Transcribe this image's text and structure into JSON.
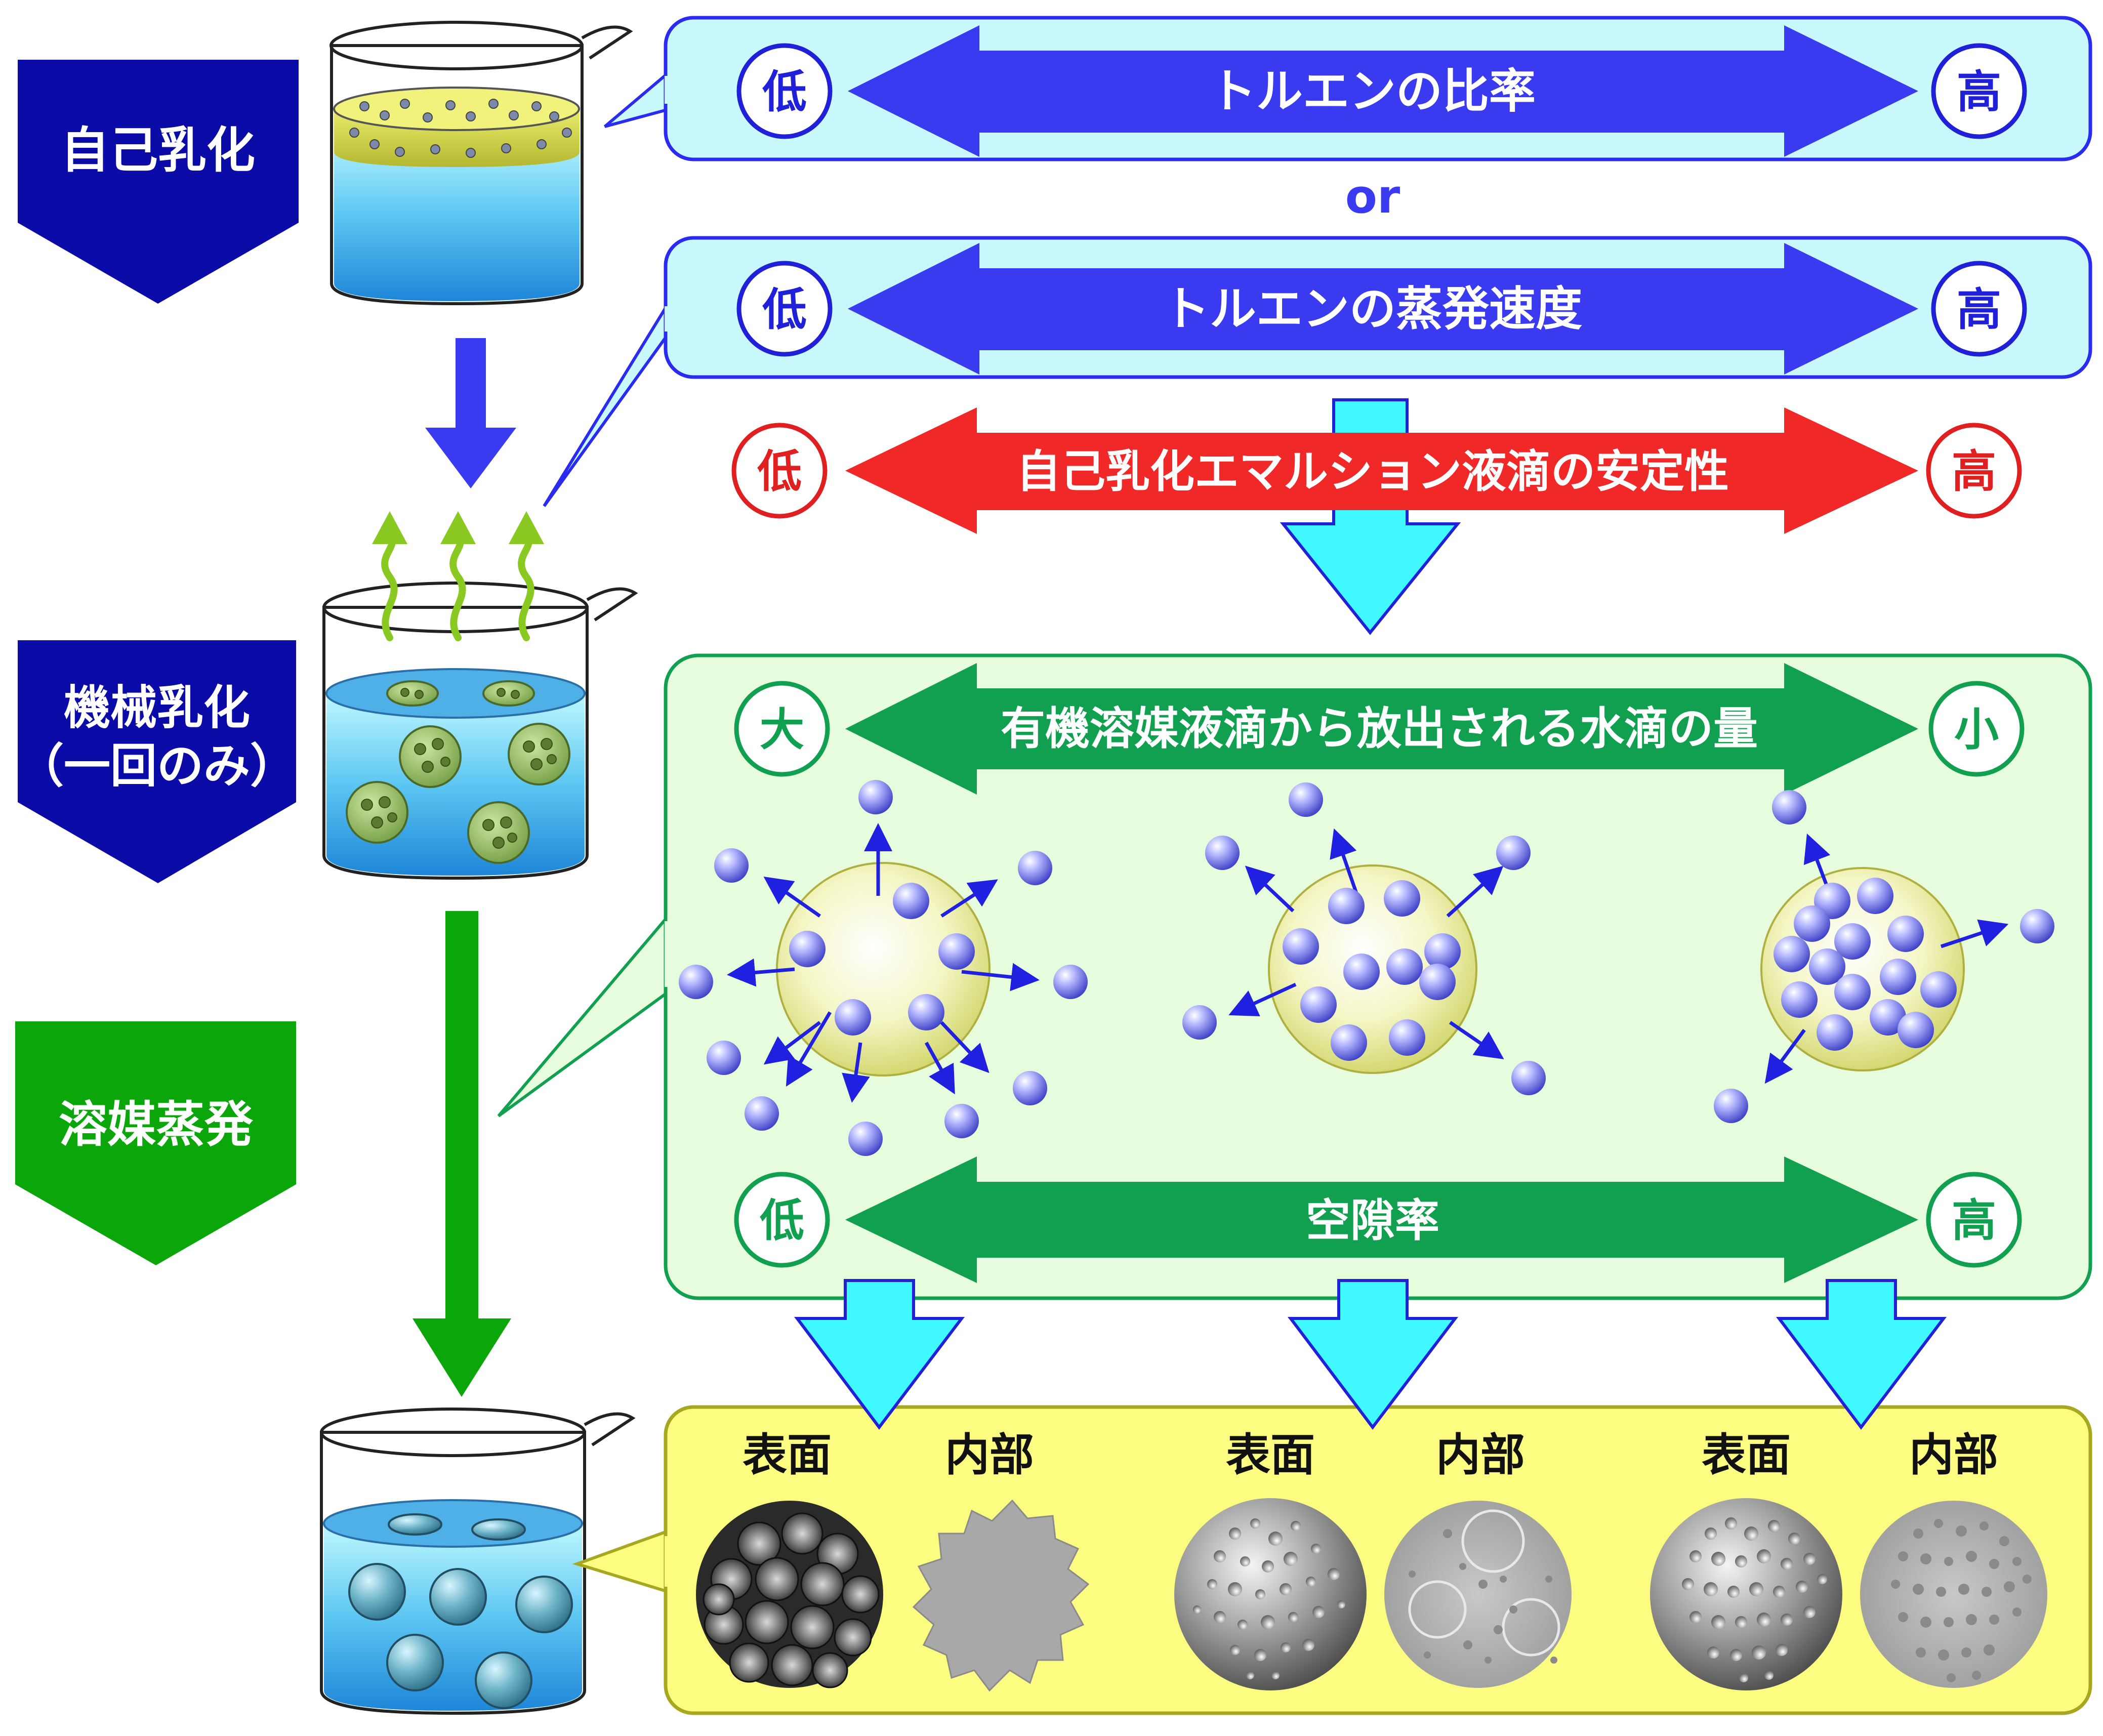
{
  "steps": {
    "self_emulsification": "自己乳化",
    "mechanical_line1": "機械乳化",
    "mechanical_line2": "（一回のみ）",
    "solvent_evaporation": "溶媒蒸発"
  },
  "rows": {
    "toluene_ratio": {
      "label": "トルエンの比率",
      "low": "低",
      "high": "高"
    },
    "or_text": "or",
    "evaporation_rate": {
      "label": "トルエンの蒸発速度",
      "low": "低",
      "high": "高"
    },
    "stability": {
      "label": "自己乳化エマルション液滴の安定性",
      "low": "低",
      "high": "高"
    },
    "water_release": {
      "label": "有機溶媒液滴から放出される水滴の量",
      "low": "大",
      "high": "小"
    },
    "porosity": {
      "label": "空隙率",
      "low": "低",
      "high": "高"
    }
  },
  "results": [
    {
      "surface": "表面",
      "interior": "内部"
    },
    {
      "surface": "表面",
      "interior": "内部"
    },
    {
      "surface": "表面",
      "interior": "内部"
    }
  ],
  "colors": {
    "step_blue": "#0b0ba8",
    "step_green": "#0aa60a",
    "row_blue": "#3a3af0",
    "row_red": "#f02828",
    "row_green": "#10a050",
    "panel_cyan": "#c8f8fc",
    "panel_green": "#e6fcdc",
    "panel_yellow": "#fcfc80",
    "flow_cyan": "#40f8ff"
  }
}
